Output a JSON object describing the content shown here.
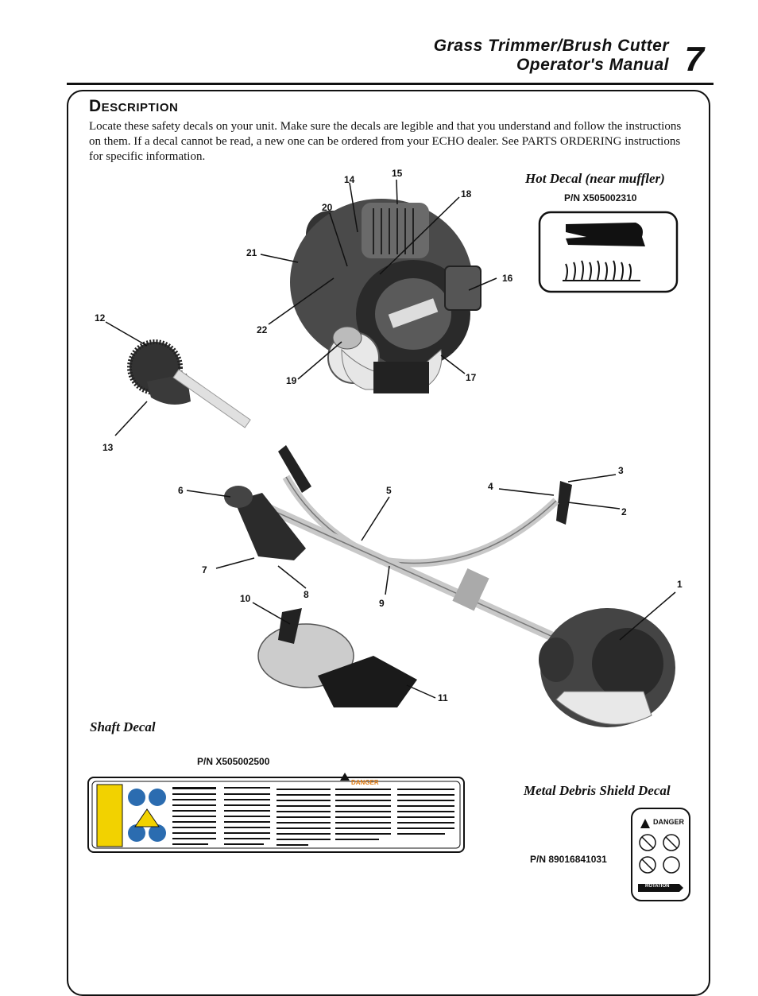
{
  "header": {
    "title_line1": "Grass Trimmer/Brush Cutter",
    "title_line2": "Operator's Manual",
    "page_number": "7"
  },
  "section": {
    "title": "Description",
    "intro": "Locate these safety decals on your unit.   Make sure the decals are legible and that you understand and follow the instructions on them.  If a decal cannot be read, a new one can be ordered from your ECHO dealer.  See PARTS ORDERING instructions for specific information."
  },
  "callouts": [
    "1",
    "2",
    "3",
    "4",
    "5",
    "6",
    "7",
    "8",
    "9",
    "10",
    "11",
    "12",
    "13",
    "14",
    "15",
    "16",
    "17",
    "18",
    "19",
    "20",
    "21",
    "22"
  ],
  "decals": {
    "hot": {
      "caption": "Hot Decal (near muffler)",
      "part_number": "P/N X505002310"
    },
    "shaft": {
      "caption": "Shaft Decal",
      "part_number": "P/N  X505002500",
      "danger_label": "DANGER"
    },
    "metal_debris": {
      "caption": "Metal Debris Shield Decal",
      "part_number": "P/N 89016841031",
      "danger_label": "DANGER",
      "rotation_label": "ROTATION"
    }
  },
  "colors": {
    "ink": "#111111",
    "decal_yellow": "#f2d200",
    "danger_orange": "#e07a10",
    "engine_gray": "#4a4a4a"
  }
}
